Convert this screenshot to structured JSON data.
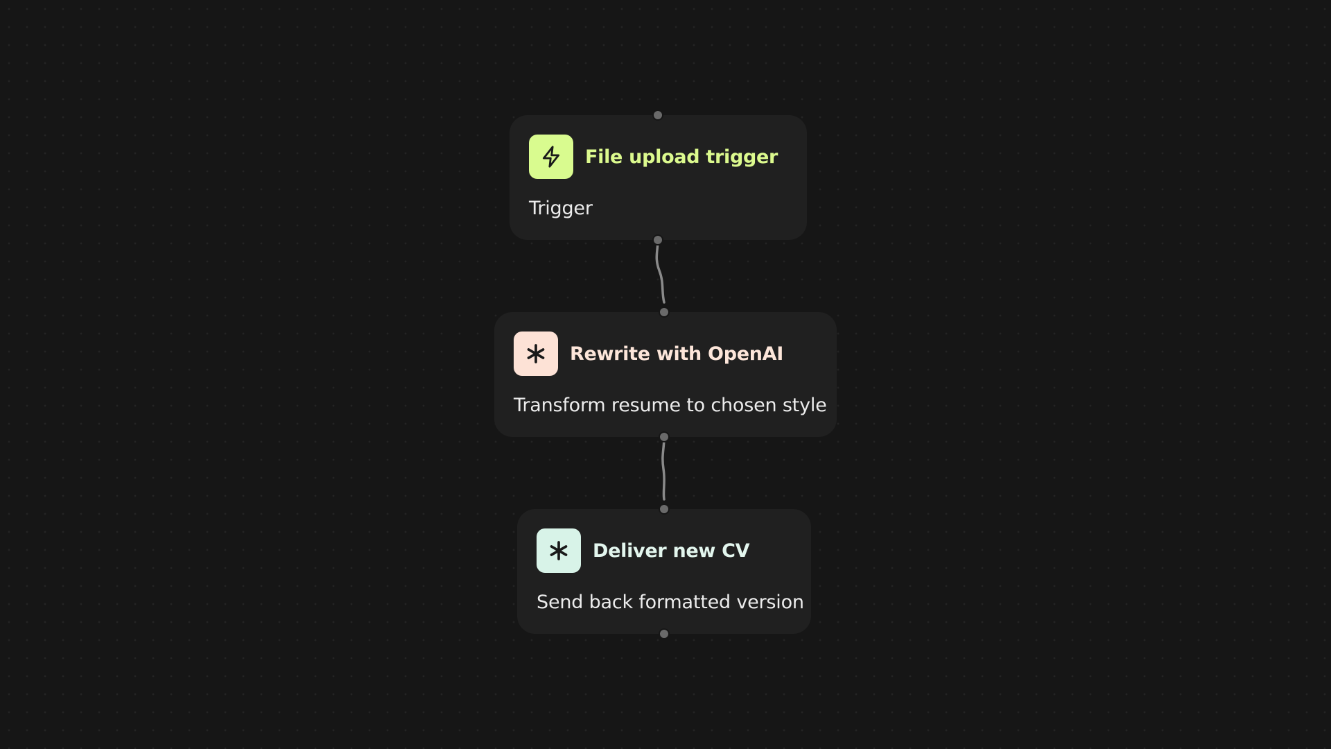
{
  "nodes": [
    {
      "id": "file-upload-trigger",
      "title": "File upload trigger",
      "description": "Trigger",
      "icon": "lightning-bolt-icon",
      "icon_bg": "#d9fb8f",
      "title_color": "#dcfa8e"
    },
    {
      "id": "rewrite-with-openai",
      "title": "Rewrite with OpenAI",
      "description": "Transform resume to chosen style",
      "icon": "asterisk-icon",
      "icon_bg": "#fde2d6",
      "title_color": "#fde6da"
    },
    {
      "id": "deliver-new-cv",
      "title": "Deliver new CV",
      "description": "Send back formatted version",
      "icon": "asterisk-icon",
      "icon_bg": "#d8f3e8",
      "title_color": "#e3f6ee"
    }
  ],
  "edges": [
    {
      "from": "file-upload-trigger",
      "to": "rewrite-with-openai"
    },
    {
      "from": "rewrite-with-openai",
      "to": "deliver-new-cv"
    }
  ],
  "colors": {
    "background": "#161616",
    "node_bg": "#202020",
    "port": "#6a6a6a",
    "edge": "#8a8a8a"
  }
}
